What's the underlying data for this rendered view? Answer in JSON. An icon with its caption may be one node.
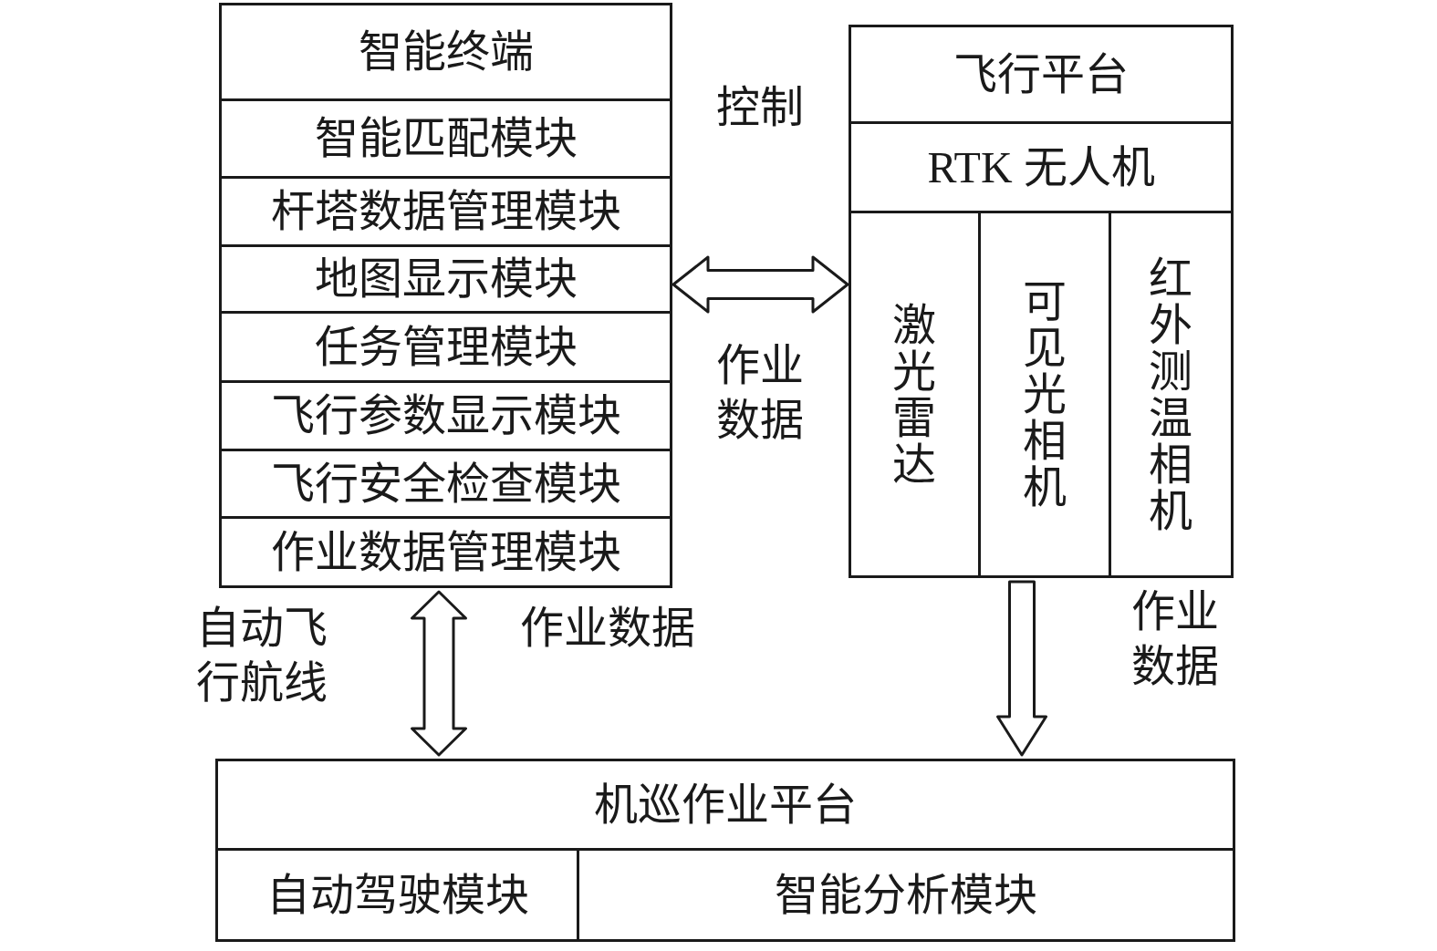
{
  "diagram": {
    "nodes": [
      {
        "text": [
          "智能终端"
        ]
      },
      {
        "text": [
          "智能匹配模块"
        ],
        "in": 0
      },
      {
        "text": [
          "杆塔数据管理模块"
        ],
        "in": 0
      },
      {
        "text": [
          "地图显示模块"
        ],
        "in": 0
      },
      {
        "text": [
          "任务管理模块"
        ],
        "in": 0
      },
      {
        "text": [
          "飞行参数显示模块"
        ],
        "in": 0
      },
      {
        "text": [
          "飞行安全检查模块"
        ],
        "in": 0
      },
      {
        "text": [
          "作业数据管理模块"
        ],
        "in": 0
      },
      {
        "text": [
          "飞行平台"
        ]
      },
      {
        "text": [
          "RTK 无人机"
        ],
        "in": 8
      },
      {
        "text": [
          "激光雷达"
        ],
        "in": 8
      },
      {
        "text": [
          "可见光相机"
        ],
        "in": 8
      },
      {
        "text": [
          "红外测温相机"
        ],
        "in": 8
      },
      {
        "text": [
          "机巡作业平台"
        ]
      },
      {
        "text": [
          "自动驾驶模块"
        ],
        "in": 13
      },
      {
        "text": [
          "智能分析模块"
        ],
        "in": 13
      }
    ],
    "edges": [
      {
        "from": 0,
        "to": 8,
        "arrow": "both",
        "label": "控制"
      },
      {
        "from": 0,
        "to": 13,
        "arrow": "both",
        "label": "自动飞行航线"
      },
      {
        "from": 8,
        "to": 13,
        "arrow": "to",
        "label": "作业数据"
      }
    ],
    "labels": [
      "作业数据",
      "作业数据"
    ]
  }
}
